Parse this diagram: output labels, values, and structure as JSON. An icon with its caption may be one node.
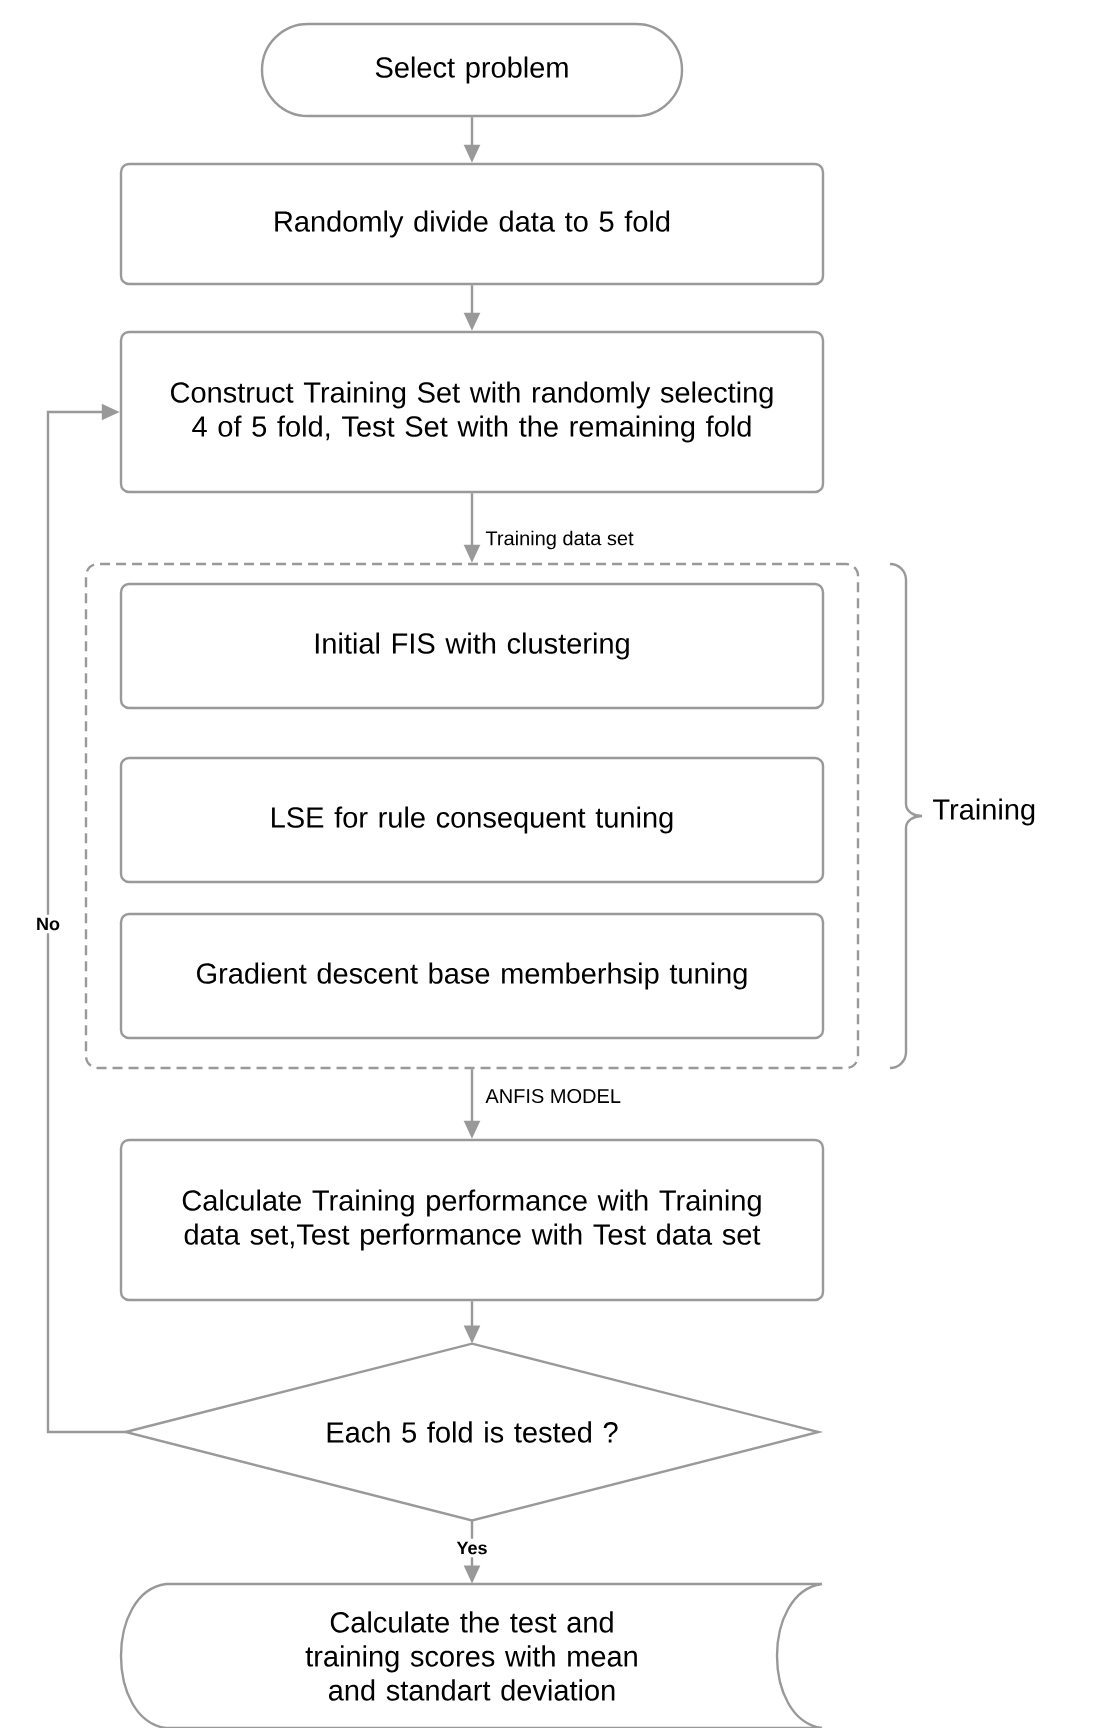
{
  "diagram": {
    "nodes": [
      {
        "text": [
          "Select problem"
        ]
      },
      {
        "text": [
          "Randomly divide data to 5 fold"
        ]
      },
      {
        "text": [
          "Construct Training Set with randomly selecting 4 of 5 fold,  Test Set with the remaining fold"
        ]
      },
      {
        "text": [],
        "shape": "box",
        "beside": [
          "Training"
        ]
      },
      {
        "text": [
          "Initial FIS with clustering"
        ],
        "in": 3
      },
      {
        "text": [
          "LSE for rule consequent tuning"
        ],
        "in": 3
      },
      {
        "text": [
          "Gradient descent base memberhsip tuning"
        ],
        "in": 3
      },
      {
        "text": [
          "Calculate Training performance with Training data set,Test performance with Test data set"
        ]
      },
      {
        "text": [
          "Each  5 fold is tested ?"
        ]
      },
      {
        "text": [
          "Calculate the  test and training scores with mean and standart deviation"
        ]
      }
    ],
    "edges": [
      {
        "from": 0,
        "to": 1,
        "arrow": "to"
      },
      {
        "from": 1,
        "to": 2,
        "arrow": "to"
      },
      {
        "from": 2,
        "to": 3,
        "arrow": "to",
        "label": "Training data set"
      },
      {
        "from": 3,
        "to": 7,
        "arrow": "to",
        "label": "ANFIS MODEL"
      },
      {
        "from": 7,
        "to": 8,
        "arrow": "to"
      },
      {
        "from": 8,
        "to": 9,
        "arrow": "to",
        "label": "Yes"
      },
      {
        "from": 8,
        "to": 2,
        "arrow": "to",
        "label": "No"
      }
    ]
  }
}
